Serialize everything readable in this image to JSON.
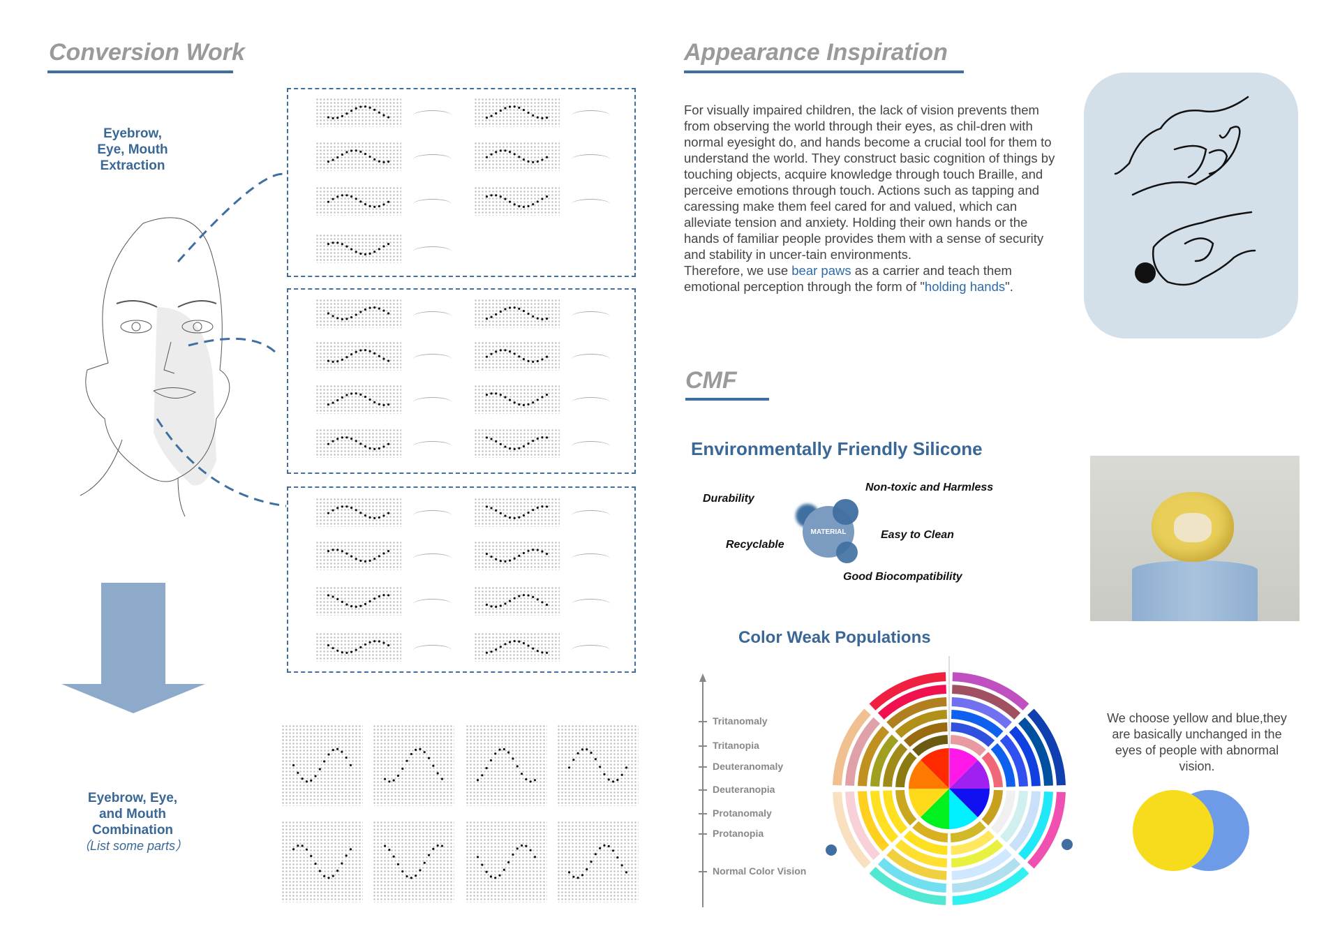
{
  "conversion": {
    "title": "Conversion Work",
    "extraction_label": [
      "Eyebrow,",
      "Eye, Mouth",
      "Extraction"
    ],
    "combination_label": [
      "Eyebrow, Eye,",
      "and Mouth",
      "Combination"
    ],
    "combination_note": "（List some parts）"
  },
  "appearance": {
    "title": "Appearance Inspiration",
    "paragraph_main": "For visually impaired children, the lack of vision prevents them from observing the world  through their eyes, as chil-dren with normal eyesight do, and hands become a crucial tool for them to understand the world. They construct basic cognition of things by touching objects, acquire knowledge through touch Braille, and perceive emotions through touch. Actions such as tapping and caressing make them feel cared for and valued, which can alleviate tension and anxiety. Holding their own hands or the hands of familiar people provides them with a sense of security and stability in uncer-tain environments.",
    "para2_a": " Therefore, we use ",
    "para2_hl1": "bear paws",
    "para2_b": " as a carrier and teach them emotional perception through the form of \"",
    "para2_hl2": "holding hands",
    "para2_c": "\"."
  },
  "cmf": {
    "title": "CMF",
    "silicone_title": "Environmentally Friendly Silicone",
    "center_label": "MATERIAL",
    "properties": [
      "Durability",
      "Non-toxic and Harmless",
      "Recyclable",
      "Easy to Clean",
      "Good Biocompatibility"
    ],
    "color_weak_title": "Color Weak Populations",
    "axis_levels": [
      "Tritanomaly",
      "Tritanopia",
      "Deuteranomaly",
      "Deuteranopia",
      "Protanomaly",
      "Protanopia",
      "Normal Color Vision"
    ],
    "choice_text": "We choose yellow and blue,they are basically unchanged in the eyes of people with abnormal vision.",
    "venn_colors": {
      "yellow": "#f7dc1e",
      "blue": "#6e9be8"
    }
  },
  "colors": {
    "accent": "#3f6fa0",
    "panel": "#d3dfe9"
  }
}
